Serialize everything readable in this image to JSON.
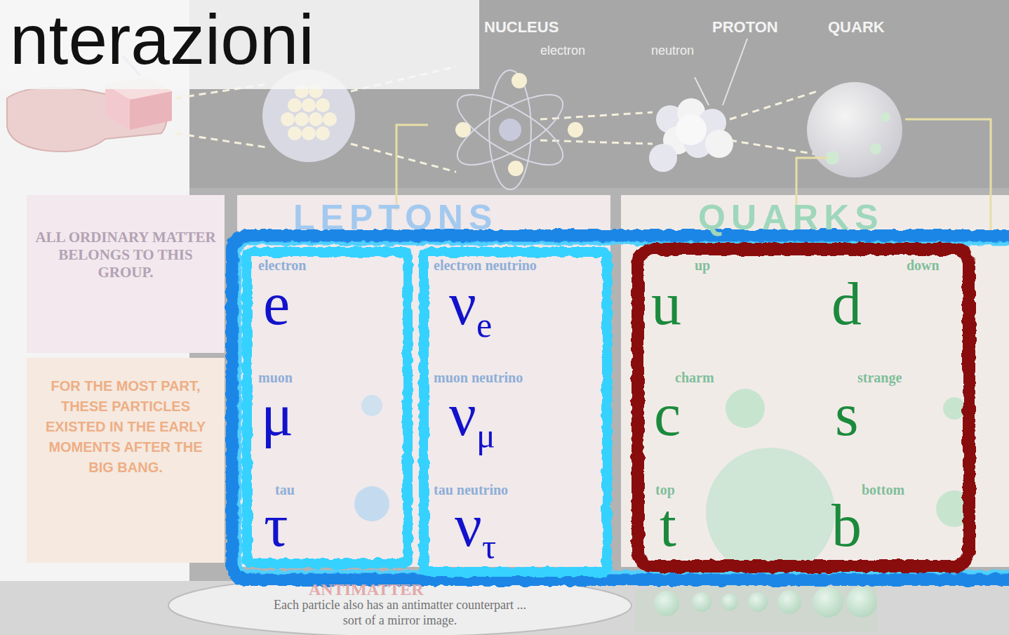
{
  "diagram": {
    "title": "nterazioni",
    "nodes": [
      {
        "text": [
          "e",
          "μ",
          "τ"
        ]
      },
      {
        "text": [
          "νe",
          "νμ",
          "ντ"
        ]
      },
      {
        "text": [
          "u",
          "d",
          "c",
          "s",
          "t",
          "b"
        ]
      }
    ],
    "labels": [
      "NUCLEUS",
      "PROTON",
      "QUARK",
      "electron",
      "neutron",
      "LEPTONS",
      "QUARKS",
      "ALL ORDINARY MATTER BELONGS TO THIS GROUP.",
      "FOR THE MOST PART, THESE PARTICLES EXISTED IN THE EARLY MOMENTS AFTER THE BIG BANG.",
      "electron",
      "electron neutrino",
      "up",
      "down",
      "muon",
      "muon neutrino",
      "charm",
      "strange",
      "tau",
      "tau neutrino",
      "top",
      "bottom",
      "ANTIMATTER",
      "Each particle also has an antimatter counterpart ... sort of a mirror image."
    ]
  }
}
